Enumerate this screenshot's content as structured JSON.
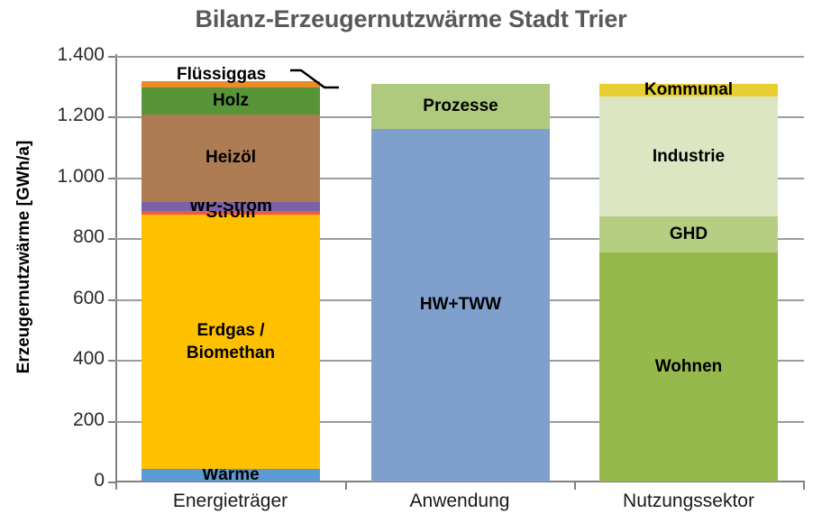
{
  "chart_data": {
    "type": "bar",
    "subtype": "stacked",
    "title": "Bilanz-Erzeugernutzwärme Stadt Trier",
    "xlabel": "",
    "ylabel": "Erzeugernutzwärme [GWh/a]",
    "ylim": [
      0,
      1400
    ],
    "ytick_step": 200,
    "ytick_labels": [
      "1.400",
      "1.200",
      "1.000",
      "800",
      "600",
      "400",
      "200",
      "0"
    ],
    "ytick_values": [
      1400,
      1200,
      1000,
      800,
      600,
      400,
      200,
      0
    ],
    "grid": true,
    "legend": "none (direct segment labels)",
    "categories": [
      "Energieträger",
      "Anwendung",
      "Nutzungssektor"
    ],
    "columns": [
      {
        "category": "Energieträger",
        "total": 1300,
        "segments": [
          {
            "name": "Wärme",
            "value": 41,
            "color": "#5B9BD5",
            "label_shown": true
          },
          {
            "name": "Erdgas / Biomethan",
            "value": 837,
            "color": "#FFC000",
            "label_shown": true,
            "label_lines": [
              "Erdgas /",
              "Biomethan"
            ]
          },
          {
            "name": "Strom",
            "value": 12,
            "color": "#F0564A",
            "label_shown": true
          },
          {
            "name": "WP-Strom",
            "value": 30,
            "color": "#7A62A8",
            "label_shown": true
          },
          {
            "name": "Heizöl",
            "value": 288,
            "color": "#AD7C52",
            "label_shown": true
          },
          {
            "name": "Holz",
            "value": 89,
            "color": "#589539",
            "label_shown": true
          },
          {
            "name": "Flüssiggas",
            "value": 21,
            "color": "#ED8B28",
            "label_shown": true,
            "label_style": "callout"
          }
        ]
      },
      {
        "category": "Anwendung",
        "total": 1300,
        "segments": [
          {
            "name": "HW+TWW",
            "value": 1160,
            "color": "#7F9FCD",
            "label_shown": true
          },
          {
            "name": "Prozesse",
            "value": 148,
            "color": "#AFC97E",
            "label_shown": true
          }
        ]
      },
      {
        "category": "Nutzungssektor",
        "total": 1300,
        "segments": [
          {
            "name": "Wohnen",
            "value": 753,
            "color": "#96B94E",
            "label_shown": true
          },
          {
            "name": "GHD",
            "value": 119,
            "color": "#B5CE82",
            "label_shown": true
          },
          {
            "name": "Industrie",
            "value": 394,
            "color": "#DCE6C2",
            "label_shown": true
          },
          {
            "name": "Kommunal",
            "value": 42,
            "color": "#E8CE30",
            "label_shown": true
          }
        ]
      }
    ]
  },
  "style": {
    "title_color": "#595959",
    "grid_color": "#9c9c9c",
    "axis_color": "#808080",
    "background": "#ffffff",
    "text_color": "#000000"
  }
}
